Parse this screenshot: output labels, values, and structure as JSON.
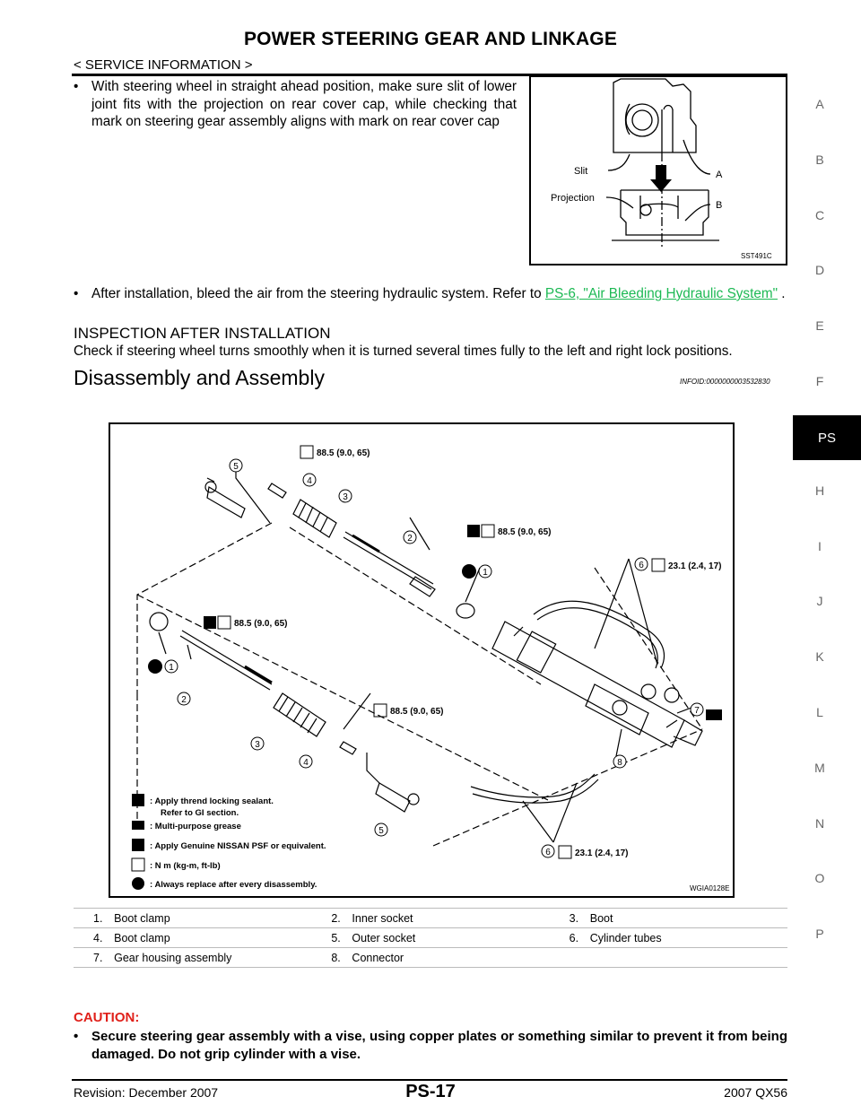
{
  "header": {
    "title": "POWER STEERING GEAR AND LINKAGE",
    "section": "< SERVICE INFORMATION >"
  },
  "side_index": {
    "letters": [
      "A",
      "B",
      "C",
      "D",
      "E",
      "F",
      "PS",
      "H",
      "I",
      "J",
      "K",
      "L",
      "M",
      "N",
      "O",
      "P"
    ],
    "active": "PS"
  },
  "intro": {
    "bullet_char": "•",
    "step1": "With steering wheel in straight ahead position, make sure slit of lower joint fits with the projection on rear cover cap, while checking that mark on steering gear assembly aligns with mark on rear cover cap",
    "step2_text": "After installation, bleed the air from the steering hydraulic system. Refer to",
    "step2_link": "PS-6, \"Air Bleeding Hydraulic System\"",
    "step2_end": " ."
  },
  "figure1": {
    "labels": {
      "slit": "Slit",
      "projection": "Projection",
      "a": "A",
      "b": "B"
    },
    "code": "SST491C"
  },
  "inspection": {
    "heading": "INSPECTION AFTER INSTALLATION",
    "text": "Check if steering wheel turns smoothly when it is turned several times fully to the left and right lock positions."
  },
  "disassembly": {
    "heading": "Disassembly and Assembly",
    "infoid": "INFOID:0000000003532830"
  },
  "figure2": {
    "code": "WGIA0128E",
    "torque_885": "88.5 (9.0, 65)",
    "torque_231": "23.1 (2.4, 17)",
    "legend": [
      {
        "text": ": Apply thrend locking sealant."
      },
      {
        "text": "Refer to GI section."
      },
      {
        "text": ": Multi-purpose grease"
      },
      {
        "text": ": Apply Genuine NISSAN PSF or equivalent."
      },
      {
        "text": ": N m (kg-m, ft-lb)"
      },
      {
        "text": ": Always replace after every disassembly."
      }
    ],
    "callouts": [
      "1",
      "2",
      "3",
      "4",
      "5",
      "6",
      "7",
      "8"
    ]
  },
  "parts": [
    [
      {
        "num": "1.",
        "name": "Boot clamp"
      },
      {
        "num": "2.",
        "name": "Inner socket"
      },
      {
        "num": "3.",
        "name": "Boot"
      }
    ],
    [
      {
        "num": "4.",
        "name": "Boot clamp"
      },
      {
        "num": "5.",
        "name": "Outer socket"
      },
      {
        "num": "6.",
        "name": "Cylinder tubes"
      }
    ],
    [
      {
        "num": "7.",
        "name": "Gear housing assembly"
      },
      {
        "num": "8.",
        "name": "Connector"
      },
      {
        "num": "",
        "name": ""
      }
    ]
  ],
  "caution": {
    "title": "CAUTION:",
    "text": "Secure steering gear assembly with a vise, using copper plates or something similar to prevent it from being damaged. Do not grip cylinder with a vise."
  },
  "footer": {
    "revision": "Revision: December 2007",
    "page": "PS-17",
    "model": "2007 QX56"
  }
}
